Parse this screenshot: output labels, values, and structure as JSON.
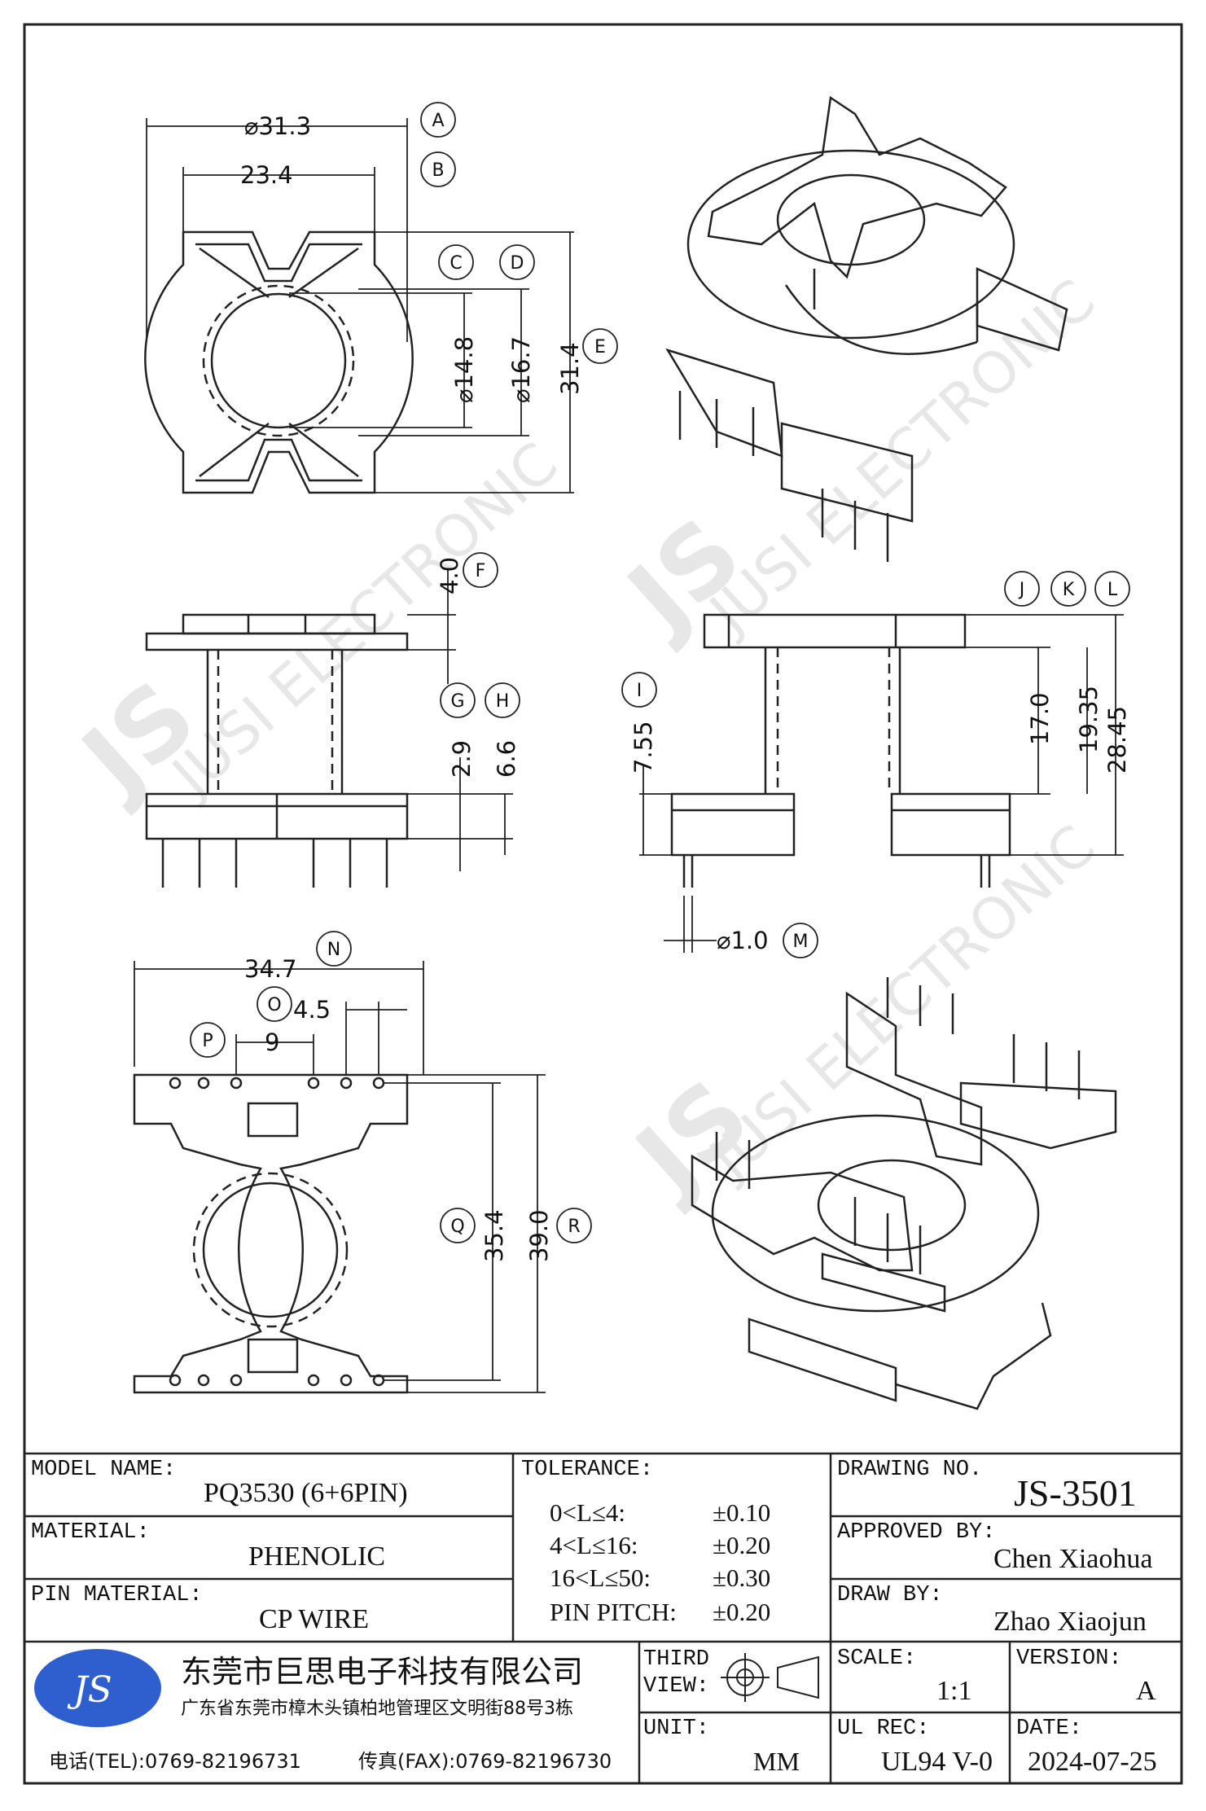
{
  "drawing": {
    "top_view": {
      "outer_diameter": "⌀31.3",
      "slot_width": "23.4",
      "bore_diameter": "⌀14.8",
      "flange_inner_diameter": "⌀16.7",
      "height": "31.4"
    },
    "side_view": {
      "flange_thickness": "4.0",
      "lower_flange_gap": "2.9",
      "base_height": "6.6"
    },
    "front_view": {
      "base_height": "7.55",
      "winding_height": "17.0",
      "overall_flange_span": "19.35",
      "overall_height": "28.45",
      "pin_diameter": "⌀1.0"
    },
    "bottom_view": {
      "overall_width": "34.7",
      "pin_pitch": "4.5",
      "row_gap": "9",
      "pin_row_spacing": "35.4",
      "overall_length": "39.0"
    },
    "callouts": [
      "A",
      "B",
      "C",
      "D",
      "E",
      "F",
      "G",
      "H",
      "I",
      "J",
      "K",
      "L",
      "M",
      "N",
      "O",
      "P",
      "Q",
      "R"
    ],
    "watermark": "JUSI ELECTRONIC"
  },
  "title_block": {
    "model_label": "MODEL NAME:",
    "model_value": "PQ3530 (6+6PIN)",
    "material_label": "MATERIAL:",
    "material_value": "PHENOLIC",
    "pin_material_label": "PIN MATERIAL:",
    "pin_material_value": "CP WIRE",
    "tolerance_label": "TOLERANCE:",
    "tolerances": [
      {
        "range": "0<L≤4:",
        "value": "±0.10"
      },
      {
        "range": "4<L≤16:",
        "value": "±0.20"
      },
      {
        "range": "16<L≤50:",
        "value": "±0.30"
      },
      {
        "range": "PIN PITCH:",
        "value": "±0.20"
      }
    ],
    "drawing_no_label": "DRAWING NO.",
    "drawing_no_value": "JS-3501",
    "approved_label": "APPROVED BY:",
    "approved_value": "Chen Xiaohua",
    "draw_label": "DRAW BY:",
    "draw_value": "Zhao Xiaojun",
    "logo_text": "JS",
    "company_name": "东莞市巨思电子科技有限公司",
    "company_address": "广东省东莞市樟木头镇柏地管理区文明街88号3栋",
    "phone": "电话(TEL):0769-82196731",
    "fax": "传真(FAX):0769-82196730",
    "third_view_label": "THIRD VIEW:",
    "unit_label": "UNIT:",
    "unit_value": "MM",
    "scale_label": "SCALE:",
    "scale_value": "1:1",
    "version_label": "VERSION:",
    "version_value": "A",
    "ul_label": "UL REC:",
    "ul_value": "UL94 V-0",
    "date_label": "DATE:",
    "date_value": "2024-07-25"
  }
}
